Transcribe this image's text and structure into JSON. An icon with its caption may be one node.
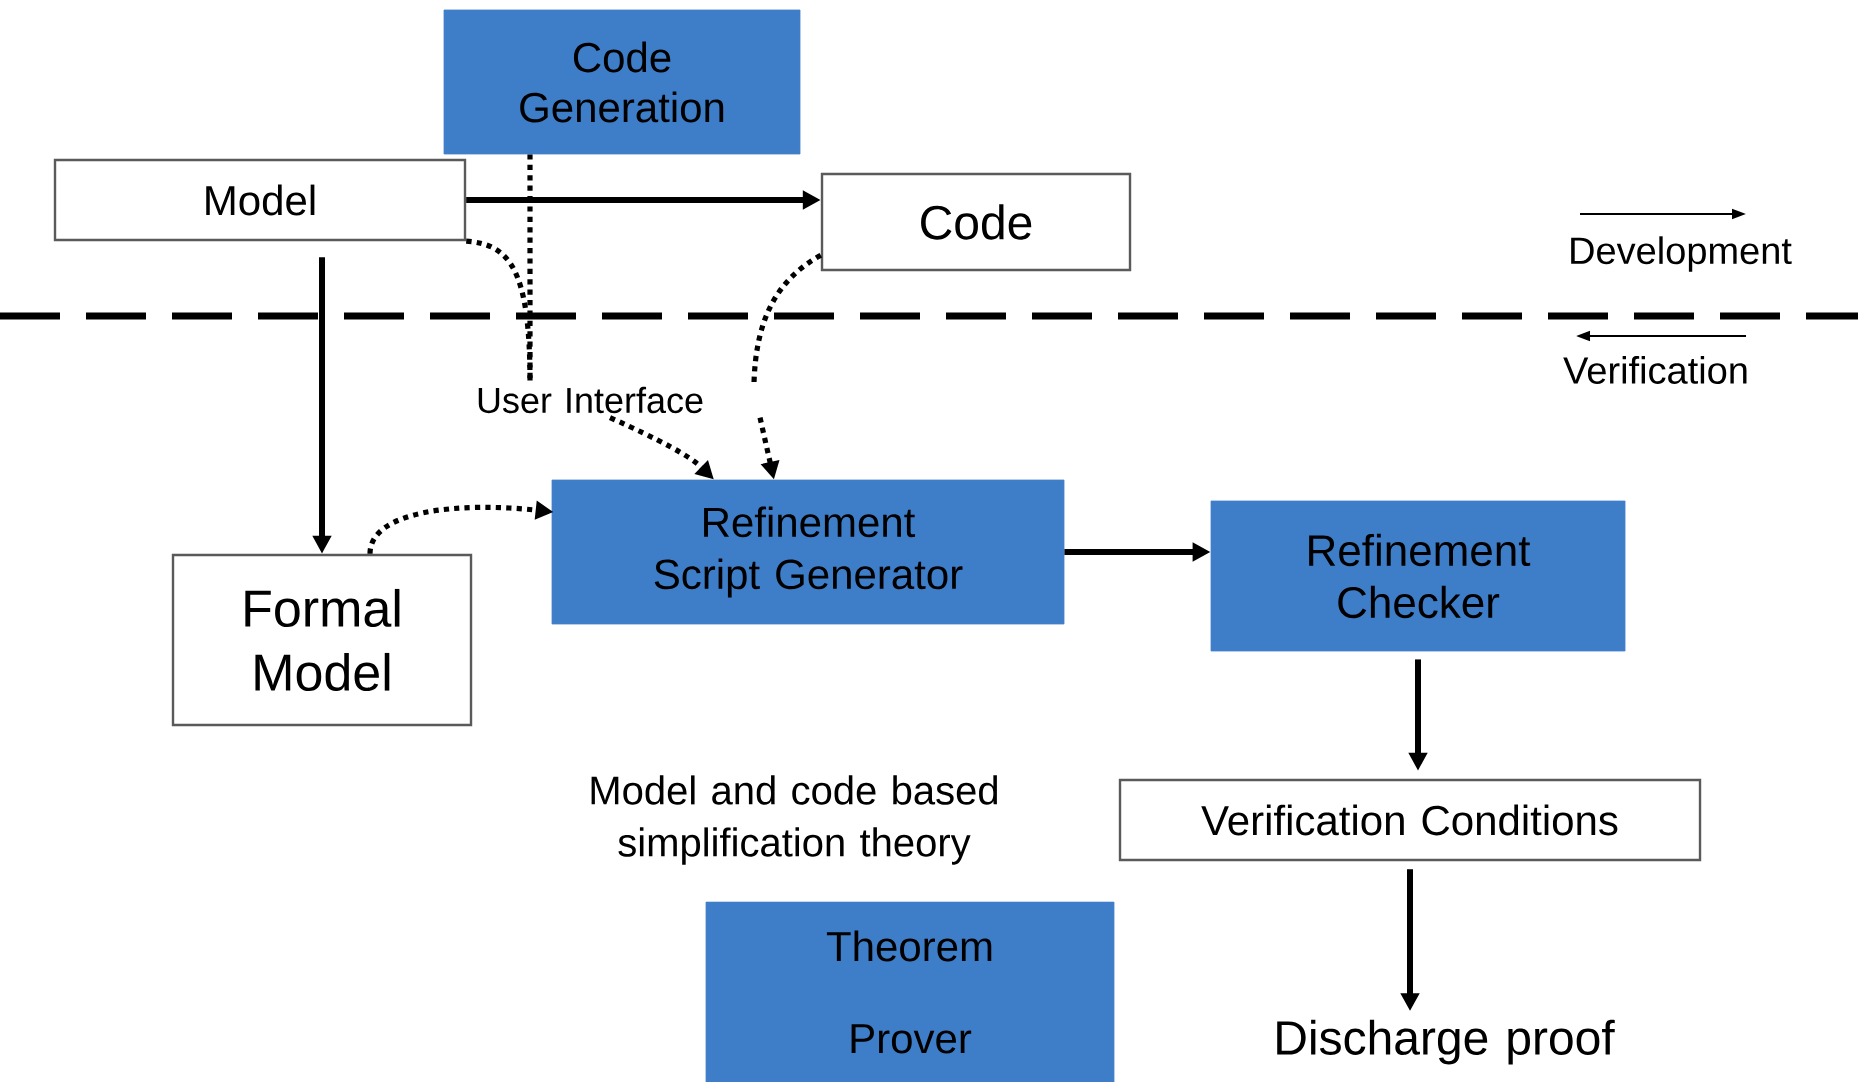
{
  "diagram": {
    "nodes": [
      {
        "text": [
          "Code Generation"
        ]
      },
      {
        "text": [
          "Model"
        ]
      },
      {
        "text": [
          "Code"
        ]
      },
      {
        "text": [
          "User Interface"
        ]
      },
      {
        "text": [
          "Refinement Script Generator"
        ]
      },
      {
        "text": [
          "Refinement Checker"
        ]
      },
      {
        "text": [
          "Formal Model"
        ]
      },
      {
        "text": [
          "Model and code based simplification theory"
        ]
      },
      {
        "text": [
          "Verification Conditions"
        ]
      },
      {
        "text": [
          "Theorem Prover"
        ]
      },
      {
        "text": [
          "Discharge proof"
        ]
      }
    ],
    "edges": [
      {
        "from": 1,
        "to": 2,
        "arrow": "to"
      },
      {
        "from": 1,
        "to": 6,
        "arrow": "to"
      },
      {
        "from": 0,
        "to": 3,
        "arrow": "none",
        "style": "dashed"
      },
      {
        "from": 1,
        "to": 3,
        "arrow": "none",
        "style": "dashed"
      },
      {
        "from": 2,
        "to": 3,
        "arrow": "none",
        "style": "dashed"
      },
      {
        "from": 3,
        "to": 4,
        "arrow": "to",
        "style": "dashed"
      },
      {
        "from": 3,
        "to": 4,
        "arrow": "to",
        "style": "dashed"
      },
      {
        "from": 6,
        "to": 4,
        "arrow": "to",
        "style": "dashed"
      },
      {
        "from": 4,
        "to": 5,
        "arrow": "to"
      },
      {
        "from": 5,
        "to": 8,
        "arrow": "to"
      },
      {
        "from": 8,
        "to": 10,
        "arrow": "to"
      }
    ],
    "legend": [
      {
        "text": "Development"
      },
      {
        "text": "Verification"
      }
    ]
  }
}
